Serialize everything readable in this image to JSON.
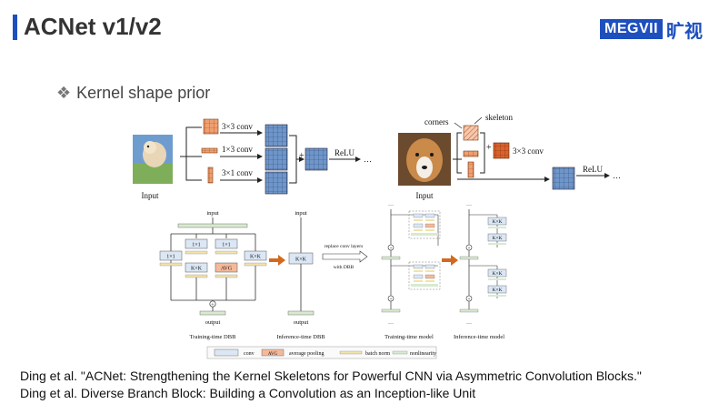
{
  "slide": {
    "title": "ACNet v1/v2",
    "bullet_mark": "❖",
    "bullet": "Kernel shape prior"
  },
  "logo": {
    "brand": "MEGVII",
    "brand_cn": "旷视"
  },
  "acnet": {
    "left_branches": [
      "3×3 conv",
      "1×3 conv",
      "3×1 conv"
    ],
    "relu": "ReLU",
    "ellipsis": "…",
    "input_label": "Input",
    "corners": "corners",
    "skeleton": "skeleton",
    "right_conv": "3×3 conv",
    "right_relu": "ReLU",
    "right_input_label": "Input"
  },
  "dbb": {
    "input": "input",
    "output": "output",
    "b1": "1×1",
    "b2a": "1×1",
    "b2b": "K×K",
    "b3a": "1×1",
    "b3b": "AVG",
    "b4": "K×K",
    "inf_input": "input",
    "inf_kxk": "K×K",
    "inf_output": "output",
    "replace_line1": "replace conv layers",
    "replace_line2": "with DBB",
    "model_kxk": "K×K",
    "dots": "…",
    "cap_train_dbb": "Training-time DBB",
    "cap_inf_dbb": "Inference-time DBB",
    "cap_train_model": "Training-time model",
    "cap_inf_model": "Inference-time model",
    "legend": {
      "conv": "conv",
      "avg_box": "AVG",
      "avg": "average pooling",
      "bn": "batch norm",
      "nonlin": "nonlinearity"
    }
  },
  "colors": {
    "accent": "#1f4fbf",
    "conv_fill": "#dbe7f5",
    "avg_fill": "#f5b99a",
    "bn_fill": "#f4e3a8",
    "nonlin_fill": "#d8ead0",
    "orange_arrow": "#d2691e"
  },
  "references": [
    "Ding et al. \"ACNet: Strengthening the Kernel Skeletons for Powerful CNN via Asymmetric Convolution Blocks.\"",
    "Ding et al. Diverse Branch Block: Building a Convolution as an Inception-like Unit"
  ]
}
